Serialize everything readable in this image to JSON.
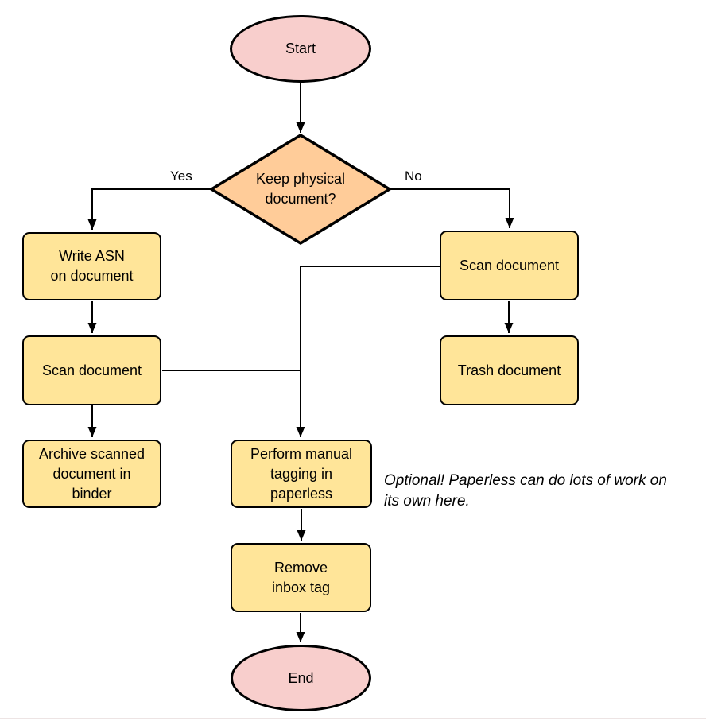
{
  "flowchart": {
    "nodes": {
      "start": {
        "label": "Start",
        "shape": "terminator"
      },
      "decision": {
        "label": [
          "Keep physical",
          "document?"
        ],
        "shape": "decision"
      },
      "write_asn": {
        "label": [
          "Write ASN",
          "on document"
        ],
        "shape": "process"
      },
      "scan_document_left": {
        "label": "Scan document",
        "shape": "process"
      },
      "archive_binder": {
        "label": [
          "Archive scanned",
          "document in",
          "binder"
        ],
        "shape": "process"
      },
      "scan_document_right": {
        "label": "Scan document",
        "shape": "process"
      },
      "trash_document": {
        "label": "Trash document",
        "shape": "process"
      },
      "manual_tagging": {
        "label": [
          "Perform manual",
          "tagging in",
          "paperless"
        ],
        "shape": "process"
      },
      "remove_inbox_tag": {
        "label": [
          "Remove",
          "inbox tag"
        ],
        "shape": "process"
      },
      "end": {
        "label": "End",
        "shape": "terminator"
      }
    },
    "edge_labels": {
      "yes": "Yes",
      "no": "No"
    },
    "annotation": {
      "text": [
        "Optional! Paperless can do lots of work on",
        "its own here."
      ]
    },
    "colors": {
      "terminator_fill": "#F8CECC",
      "decision_fill": "#FFCC99",
      "process_fill": "#FFE599",
      "stroke": "#000000",
      "text": "#000000"
    }
  }
}
